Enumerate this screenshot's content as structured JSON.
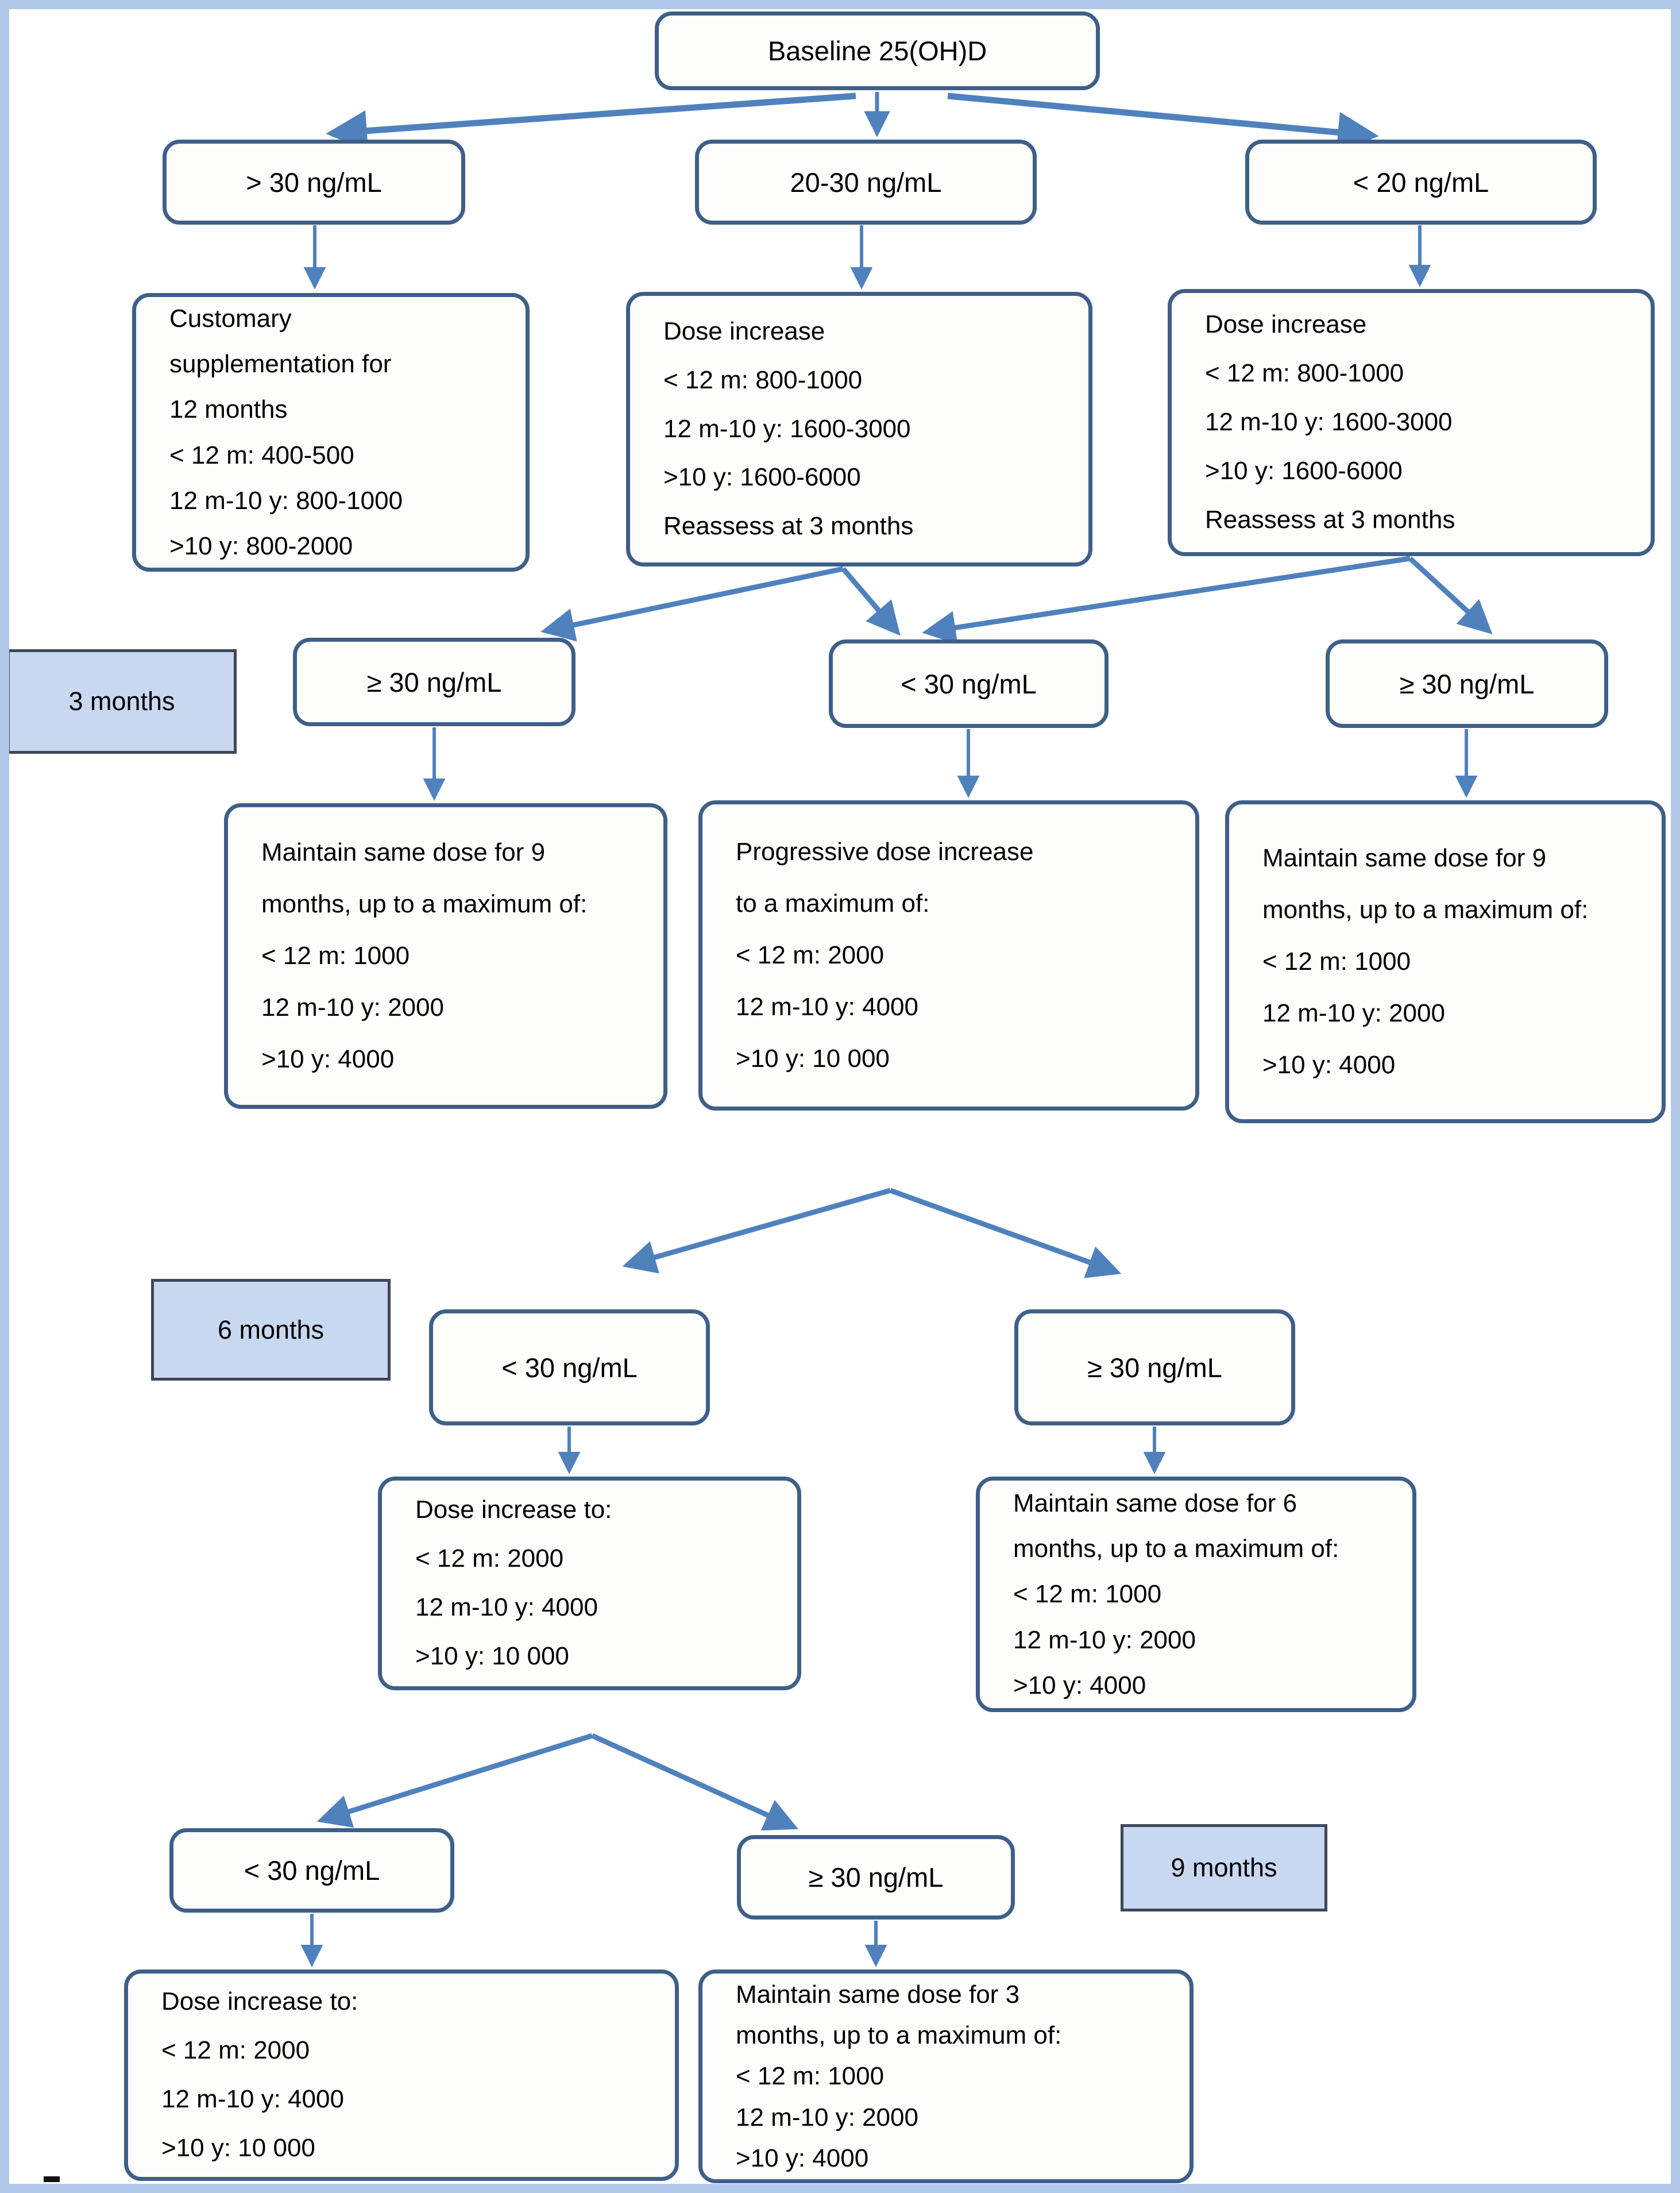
{
  "colors": {
    "box_border": "#3e5f87",
    "arrow": "#4f81bd",
    "label_fill": "#c8d8f0",
    "label_border": "#3c4856",
    "page_border": "#b3c9e9"
  },
  "nodes": {
    "baseline": {
      "label": "Baseline 25(OH)D"
    },
    "r2_left": {
      "label": "> 30 ng/mL"
    },
    "r2_mid": {
      "label": "20-30 ng/mL"
    },
    "r2_right": {
      "label": "< 20 ng/mL"
    },
    "r3_left": {
      "lines": [
        "Customary",
        "supplementation for",
        "12 months",
        "< 12 m: 400-500",
        "12 m-10 y: 800-1000",
        ">10 y: 800-2000"
      ]
    },
    "r3_mid": {
      "lines": [
        "Dose increase",
        "< 12 m: 800-1000",
        "12 m-10 y: 1600-3000",
        ">10 y: 1600-6000",
        "Reassess at 3 months"
      ]
    },
    "r3_right": {
      "lines": [
        "Dose increase",
        "< 12 m: 800-1000",
        "12 m-10 y: 1600-3000",
        ">10 y: 1600-6000",
        "Reassess at 3 months"
      ]
    },
    "m3_label": {
      "label": "3 months"
    },
    "r4_left": {
      "label": "≥ 30 ng/mL"
    },
    "r4_mid": {
      "label": "< 30 ng/mL"
    },
    "r4_right": {
      "label": "≥ 30 ng/mL"
    },
    "r5_left": {
      "lines": [
        "Maintain same dose for 9",
        "months, up to a maximum of:",
        "< 12 m: 1000",
        "12 m-10 y: 2000",
        ">10 y: 4000"
      ]
    },
    "r5_mid": {
      "lines": [
        "Progressive dose increase",
        "to a maximum of:",
        "< 12 m: 2000",
        "12 m-10 y: 4000",
        ">10 y: 10 000"
      ]
    },
    "r5_right": {
      "lines": [
        "Maintain same dose for 9",
        "months, up to a maximum of:",
        "< 12 m: 1000",
        "12 m-10 y: 2000",
        ">10 y: 4000"
      ]
    },
    "m6_label": {
      "label": "6 months"
    },
    "r6_left": {
      "label": "< 30 ng/mL"
    },
    "r6_right": {
      "label": "≥ 30 ng/mL"
    },
    "r7_left": {
      "lines": [
        "Dose increase to:",
        "< 12 m: 2000",
        "12 m-10 y: 4000",
        ">10 y: 10 000"
      ]
    },
    "r7_right": {
      "lines": [
        "Maintain same dose for 6",
        "months, up to a maximum of:",
        "< 12 m: 1000",
        "12 m-10 y: 2000",
        ">10 y: 4000"
      ]
    },
    "m9_label": {
      "label": "9 months"
    },
    "r8_left": {
      "label": "< 30 ng/mL"
    },
    "r8_right": {
      "label": "≥ 30 ng/mL"
    },
    "r9_left": {
      "lines": [
        "Dose increase to:",
        "< 12 m: 2000",
        "12 m-10 y: 4000",
        ">10 y: 10 000"
      ]
    },
    "r9_right": {
      "lines": [
        "Maintain same dose for 3",
        "months, up to a maximum of:",
        "< 12 m: 1000",
        "12 m-10 y: 2000",
        ">10 y: 4000"
      ]
    }
  }
}
